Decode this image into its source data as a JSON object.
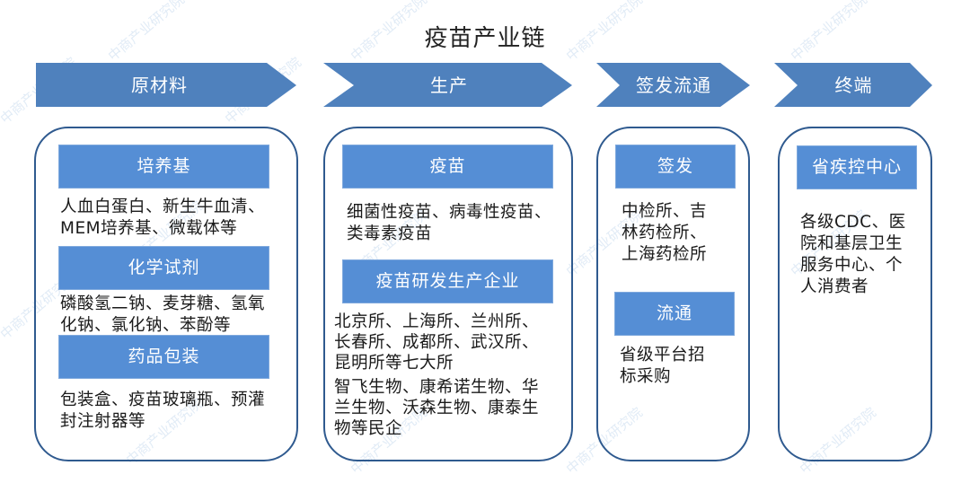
{
  "title": "疫苗产业链",
  "watermark": "中商产业研究院",
  "colors": {
    "arrow_fill": "#4f81bd",
    "header_fill": "#558ed5",
    "box_border": "#2f5a8f",
    "text": "#1a1a1a"
  },
  "stages": [
    {
      "label": "原材料",
      "sections": [
        {
          "header": "培养基",
          "lines": [
            "人血白蛋白、新生牛血清、",
            "MEM培养基、微载体等"
          ]
        },
        {
          "header": "化学试剂",
          "lines": [
            "磷酸氢二钠、麦芽糖、氢氧",
            "化钠、氯化钠、苯酚等"
          ]
        },
        {
          "header": "药品包装",
          "lines": [
            "包装盒、疫苗玻璃瓶、预灌",
            "封注射器等"
          ]
        }
      ]
    },
    {
      "label": "生产",
      "sections": [
        {
          "header": "疫苗",
          "lines": [
            "细菌性疫苗、病毒性疫苗、",
            "类毒素疫苗"
          ]
        },
        {
          "header": "疫苗研发生产企业",
          "lines": [
            "北京所、上海所、兰州所、",
            "长春所、成都所、武汉所、",
            "昆明所等七大所",
            "智飞生物、康希诺生物、华",
            "兰生物、沃森生物、康泰生",
            "物等民企"
          ]
        }
      ]
    },
    {
      "label": "签发流通",
      "sections": [
        {
          "header": "签发",
          "lines": [
            "中检所、吉",
            "林药检所、",
            "上海药检所"
          ]
        },
        {
          "header": "流通",
          "lines": [
            "省级平台招",
            "标采购"
          ]
        }
      ]
    },
    {
      "label": "终端",
      "sections": [
        {
          "header": "省疾控中心",
          "lines": [
            "各级CDC、医",
            "院和基层卫生",
            "服务中心、个",
            "人消费者"
          ]
        }
      ]
    }
  ]
}
